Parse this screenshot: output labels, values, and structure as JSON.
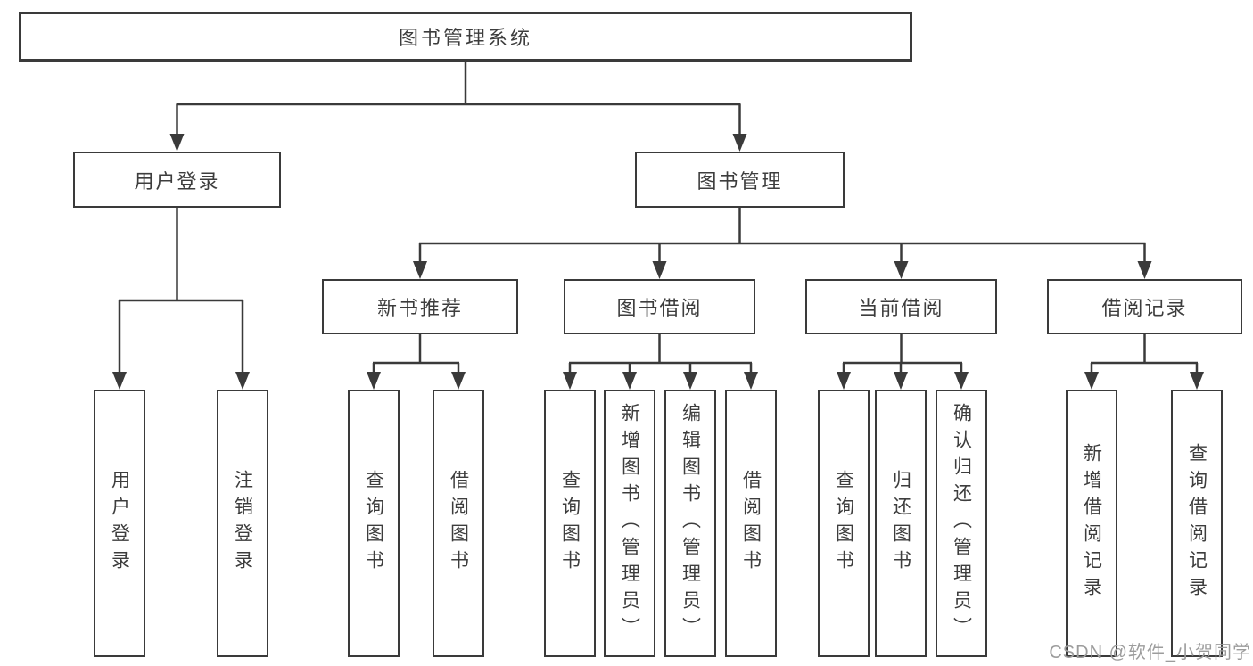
{
  "diagram": {
    "type": "hierarchy-tree",
    "title": "图书管理系统"
  },
  "nodes": {
    "root": {
      "label": "图书管理系统"
    },
    "user_login": {
      "label": "用户登录"
    },
    "book_management": {
      "label": "图书管理"
    },
    "new_book_recommend": {
      "label": "新书推荐"
    },
    "book_borrowing": {
      "label": "图书借阅"
    },
    "current_borrowing": {
      "label": "当前借阅"
    },
    "borrowing_records": {
      "label": "借阅记录"
    },
    "leaves": {
      "login": {
        "label": "用户登录"
      },
      "logout": {
        "label": "注销登录"
      },
      "recommend_query_book": {
        "label": "查询图书"
      },
      "recommend_borrow_book": {
        "label": "借阅图书"
      },
      "borrowing_query_book": {
        "label": "查询图书"
      },
      "borrowing_add_book": {
        "label": "新增图书（管理员）"
      },
      "borrowing_edit_book": {
        "label": "编辑图书（管理员）"
      },
      "borrowing_borrow_book": {
        "label": "借阅图书"
      },
      "current_query_book": {
        "label": "查询图书"
      },
      "current_return_book": {
        "label": "归还图书"
      },
      "current_confirm_return": {
        "label": "确认归还（管理员）"
      },
      "records_add_record": {
        "label": "新增借阅记录"
      },
      "records_query_record": {
        "label": "查询借阅记录"
      }
    }
  },
  "edges": [
    [
      "root",
      "user_login"
    ],
    [
      "root",
      "book_management"
    ],
    [
      "user_login",
      "login"
    ],
    [
      "user_login",
      "logout"
    ],
    [
      "book_management",
      "new_book_recommend"
    ],
    [
      "book_management",
      "book_borrowing"
    ],
    [
      "book_management",
      "current_borrowing"
    ],
    [
      "book_management",
      "borrowing_records"
    ],
    [
      "new_book_recommend",
      "recommend_query_book"
    ],
    [
      "new_book_recommend",
      "recommend_borrow_book"
    ],
    [
      "book_borrowing",
      "borrowing_query_book"
    ],
    [
      "book_borrowing",
      "borrowing_add_book"
    ],
    [
      "book_borrowing",
      "borrowing_edit_book"
    ],
    [
      "book_borrowing",
      "borrowing_borrow_book"
    ],
    [
      "current_borrowing",
      "current_query_book"
    ],
    [
      "current_borrowing",
      "current_return_book"
    ],
    [
      "current_borrowing",
      "current_confirm_return"
    ],
    [
      "borrowing_records",
      "records_add_record"
    ],
    [
      "borrowing_records",
      "records_query_record"
    ]
  ],
  "watermark": {
    "text": "CSDN @软件_小贺同学"
  },
  "colors": {
    "line": "#3a3a3a",
    "text": "#3d3d3d",
    "watermark": "#9c9c9c",
    "background": "#ffffff"
  }
}
